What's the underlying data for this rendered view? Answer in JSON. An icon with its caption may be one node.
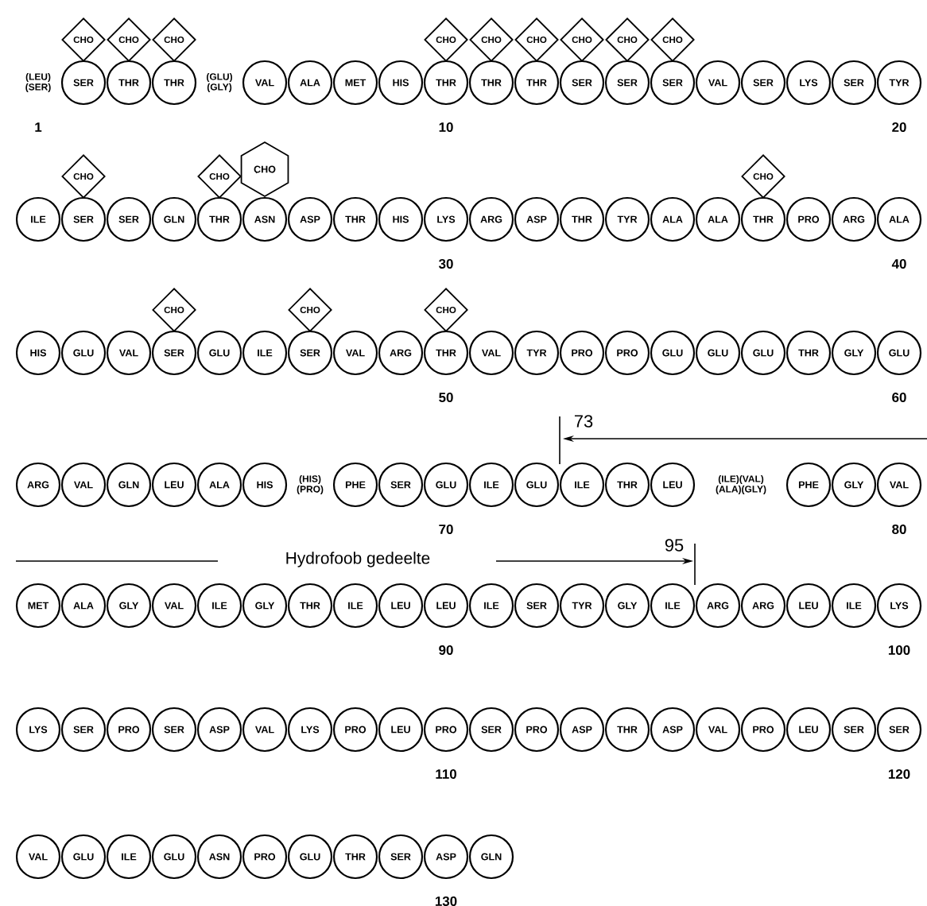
{
  "diagram": {
    "nodes": [
      {
        "text": [
          "CHO"
        ]
      },
      {
        "text": [
          "CHO"
        ]
      },
      {
        "text": [
          "CHO"
        ]
      },
      {
        "text": [
          "CHO"
        ]
      },
      {
        "text": [
          "CHO"
        ]
      },
      {
        "text": [
          "CHO"
        ]
      },
      {
        "text": [
          "CHO"
        ]
      },
      {
        "text": [
          "CHO"
        ]
      },
      {
        "text": [
          "CHO"
        ]
      },
      {
        "text": [
          "SER"
        ]
      },
      {
        "text": [
          "THR"
        ]
      },
      {
        "text": [
          "THR"
        ]
      },
      {
        "text": [
          "VAL"
        ]
      },
      {
        "text": [
          "ALA"
        ]
      },
      {
        "text": [
          "MET"
        ]
      },
      {
        "text": [
          "HIS"
        ]
      },
      {
        "text": [
          "THR"
        ]
      },
      {
        "text": [
          "THR"
        ]
      },
      {
        "text": [
          "THR"
        ]
      },
      {
        "text": [
          "SER"
        ]
      },
      {
        "text": [
          "SER"
        ]
      },
      {
        "text": [
          "SER"
        ]
      },
      {
        "text": [
          "VAL"
        ]
      },
      {
        "text": [
          "SER"
        ]
      },
      {
        "text": [
          "LYS"
        ]
      },
      {
        "text": [
          "SER"
        ]
      },
      {
        "text": [
          "TYR"
        ]
      },
      {
        "text": [
          "CHO"
        ]
      },
      {
        "text": [
          "CHO"
        ]
      },
      {
        "text": [
          "CHO"
        ]
      },
      {
        "text": [
          "CHO"
        ]
      },
      {
        "text": [
          "ILE"
        ]
      },
      {
        "text": [
          "SER"
        ]
      },
      {
        "text": [
          "SER"
        ]
      },
      {
        "text": [
          "GLN"
        ]
      },
      {
        "text": [
          "THR"
        ]
      },
      {
        "text": [
          "ASN"
        ]
      },
      {
        "text": [
          "ASP"
        ]
      },
      {
        "text": [
          "THR"
        ]
      },
      {
        "text": [
          "HIS"
        ]
      },
      {
        "text": [
          "LYS"
        ]
      },
      {
        "text": [
          "ARG"
        ]
      },
      {
        "text": [
          "ASP"
        ]
      },
      {
        "text": [
          "THR"
        ]
      },
      {
        "text": [
          "TYR"
        ]
      },
      {
        "text": [
          "ALA"
        ]
      },
      {
        "text": [
          "ALA"
        ]
      },
      {
        "text": [
          "THR"
        ]
      },
      {
        "text": [
          "PRO"
        ]
      },
      {
        "text": [
          "ARG"
        ]
      },
      {
        "text": [
          "ALA"
        ]
      },
      {
        "text": [
          "CHO"
        ]
      },
      {
        "text": [
          "CHO"
        ]
      },
      {
        "text": [
          "CHO"
        ]
      },
      {
        "text": [
          "HIS"
        ]
      },
      {
        "text": [
          "GLU"
        ]
      },
      {
        "text": [
          "VAL"
        ]
      },
      {
        "text": [
          "SER"
        ]
      },
      {
        "text": [
          "GLU"
        ]
      },
      {
        "text": [
          "ILE"
        ]
      },
      {
        "text": [
          "SER"
        ]
      },
      {
        "text": [
          "VAL"
        ]
      },
      {
        "text": [
          "ARG"
        ]
      },
      {
        "text": [
          "THR"
        ]
      },
      {
        "text": [
          "VAL"
        ]
      },
      {
        "text": [
          "TYR"
        ]
      },
      {
        "text": [
          "PRO"
        ]
      },
      {
        "text": [
          "PRO"
        ]
      },
      {
        "text": [
          "GLU"
        ]
      },
      {
        "text": [
          "GLU"
        ]
      },
      {
        "text": [
          "GLU"
        ]
      },
      {
        "text": [
          "THR"
        ]
      },
      {
        "text": [
          "GLY"
        ]
      },
      {
        "text": [
          "GLU"
        ]
      },
      {
        "text": [
          "ARG"
        ]
      },
      {
        "text": [
          "VAL"
        ]
      },
      {
        "text": [
          "GLN"
        ]
      },
      {
        "text": [
          "LEU"
        ]
      },
      {
        "text": [
          "ALA"
        ]
      },
      {
        "text": [
          "HIS"
        ]
      },
      {
        "text": [
          "PHE"
        ]
      },
      {
        "text": [
          "SER"
        ]
      },
      {
        "text": [
          "GLU"
        ]
      },
      {
        "text": [
          "ILE"
        ]
      },
      {
        "text": [
          "GLU"
        ]
      },
      {
        "text": [
          "ILE"
        ]
      },
      {
        "text": [
          "THR"
        ]
      },
      {
        "text": [
          "LEU"
        ]
      },
      {
        "text": [
          "PHE"
        ]
      },
      {
        "text": [
          "GLY"
        ]
      },
      {
        "text": [
          "VAL"
        ]
      },
      {
        "text": [
          "MET"
        ]
      },
      {
        "text": [
          "ALA"
        ]
      },
      {
        "text": [
          "GLY"
        ]
      },
      {
        "text": [
          "VAL"
        ]
      },
      {
        "text": [
          "ILE"
        ]
      },
      {
        "text": [
          "GLY"
        ]
      },
      {
        "text": [
          "THR"
        ]
      },
      {
        "text": [
          "ILE"
        ]
      },
      {
        "text": [
          "LEU"
        ]
      },
      {
        "text": [
          "LEU"
        ]
      },
      {
        "text": [
          "ILE"
        ]
      },
      {
        "text": [
          "SER"
        ]
      },
      {
        "text": [
          "TYR"
        ]
      },
      {
        "text": [
          "GLY"
        ]
      },
      {
        "text": [
          "ILE"
        ]
      },
      {
        "text": [
          "ARG"
        ]
      },
      {
        "text": [
          "ARG"
        ]
      },
      {
        "text": [
          "LEU"
        ]
      },
      {
        "text": [
          "ILE"
        ]
      },
      {
        "text": [
          "LYS"
        ]
      },
      {
        "text": [
          "LYS"
        ]
      },
      {
        "text": [
          "SER"
        ]
      },
      {
        "text": [
          "PRO"
        ]
      },
      {
        "text": [
          "SER"
        ]
      },
      {
        "text": [
          "ASP"
        ]
      },
      {
        "text": [
          "VAL"
        ]
      },
      {
        "text": [
          "LYS"
        ]
      },
      {
        "text": [
          "PRO"
        ]
      },
      {
        "text": [
          "LEU"
        ]
      },
      {
        "text": [
          "PRO"
        ]
      },
      {
        "text": [
          "SER"
        ]
      },
      {
        "text": [
          "PRO"
        ]
      },
      {
        "text": [
          "ASP"
        ]
      },
      {
        "text": [
          "THR"
        ]
      },
      {
        "text": [
          "ASP"
        ]
      },
      {
        "text": [
          "VAL"
        ]
      },
      {
        "text": [
          "PRO"
        ]
      },
      {
        "text": [
          "LEU"
        ]
      },
      {
        "text": [
          "SER"
        ]
      },
      {
        "text": [
          "SER"
        ]
      },
      {
        "text": [
          "VAL"
        ]
      },
      {
        "text": [
          "GLU"
        ]
      },
      {
        "text": [
          "ILE"
        ]
      },
      {
        "text": [
          "GLU"
        ]
      },
      {
        "text": [
          "ASN"
        ]
      },
      {
        "text": [
          "PRO"
        ]
      },
      {
        "text": [
          "GLU"
        ]
      },
      {
        "text": [
          "THR"
        ]
      },
      {
        "text": [
          "SER"
        ]
      },
      {
        "text": [
          "ASP"
        ]
      },
      {
        "text": [
          "GLN"
        ]
      }
    ],
    "labels": [
      "(LEU) (SER)",
      "(GLU) (GLY)",
      "1",
      "10",
      "20",
      "30",
      "40",
      "50",
      "60",
      "73",
      "(HIS) (PRO)",
      "(ILE)(VAL) (ALA)(GLY)",
      "70",
      "80",
      "Hydrofoob gedeelte",
      "95",
      "90",
      "100",
      "110",
      "120",
      "130"
    ]
  }
}
